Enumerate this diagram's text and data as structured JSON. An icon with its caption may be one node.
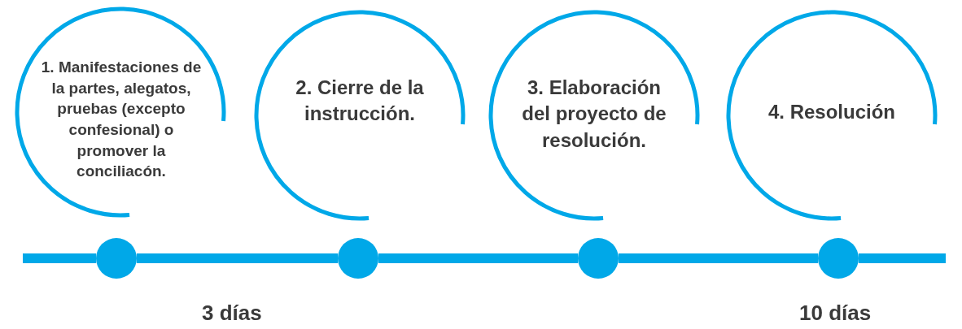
{
  "diagram": {
    "nodes": [
      {
        "text": [
          "1. Manifestaciones de la partes, alegatos, pruebas (excepto confesional) o promover la conciliacón."
        ]
      },
      {
        "text": [
          "2. Cierre de la instrucción."
        ]
      },
      {
        "text": [
          "3. Elaboración del proyecto de resolución."
        ]
      },
      {
        "text": [
          "4. Resolución"
        ]
      },
      {
        "text": [],
        "shape": "circle"
      },
      {
        "text": [],
        "shape": "circle"
      },
      {
        "text": [],
        "shape": "circle"
      },
      {
        "text": [],
        "shape": "circle"
      }
    ],
    "edges": [
      {
        "from": null,
        "to": 4,
        "arrow": "none"
      },
      {
        "from": 4,
        "to": 5,
        "arrow": "none"
      },
      {
        "from": 5,
        "to": 6,
        "arrow": "none"
      },
      {
        "from": 6,
        "to": 7,
        "arrow": "none"
      },
      {
        "from": 7,
        "to": null,
        "arrow": "none"
      }
    ],
    "labels": [
      "3 días",
      "10 días"
    ]
  }
}
